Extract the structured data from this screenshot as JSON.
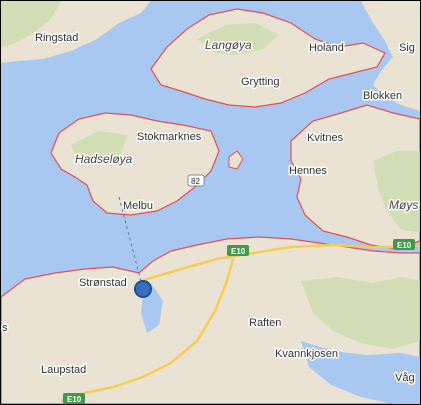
{
  "map": {
    "colors": {
      "water": "#a9c8f1",
      "land": "#eae3d3",
      "green_land": "#c9dcab",
      "border": "#e0505a",
      "road_main": "#f6cd52",
      "road_sign": "#3f9a4a",
      "marker": "#3b6cc0"
    },
    "places": {
      "ringstad": "Ringstad",
      "langoya": "Langøya",
      "holand": "Holand",
      "sig": "Sig",
      "grytting": "Grytting",
      "blokken": "Blokken",
      "stokmarknes": "Stokmarknes",
      "kvitnes": "Kvitnes",
      "hadseloya": "Hadseløya",
      "hennes": "Hennes",
      "moys": "Møys",
      "melbu": "Melbu",
      "stronstad": "Strønstad",
      "raften": "Raften",
      "kvannkjosen": "Kvannkjosen",
      "laupstad": "Laupstad",
      "vag": "Våg",
      "s_edge": "s"
    },
    "roads": {
      "e10_center": "E10",
      "e10_right": "E10",
      "e10_bottom": "E10",
      "route_82": "82"
    },
    "marker_icon": "location-marker-icon"
  }
}
